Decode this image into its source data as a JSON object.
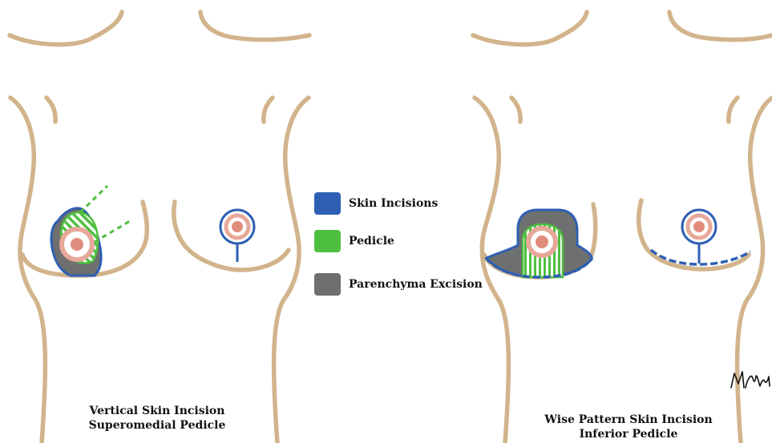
{
  "colors": {
    "skin_outline": "#d2b48c",
    "skin_incision": "#2e5fb3",
    "pedicle": "#4fbf3f",
    "parenchyma": "#6e706f",
    "areola_ring": "#e7a89a",
    "nipple": "#e08c7c"
  },
  "legend": [
    {
      "label": "Skin Incisions",
      "color": "#2e5fb3"
    },
    {
      "label": "Pedicle",
      "color": "#4fbf3f"
    },
    {
      "label": "Parenchyma Excision",
      "color": "#6e706f"
    }
  ],
  "captions": {
    "left": {
      "line1": "Vertical Skin Incision",
      "line2": "Superomedial Pedicle"
    },
    "right": {
      "line1": "Wise Pattern Skin Incision",
      "line2": "Inferior Pedicle"
    }
  },
  "signature": "M Nork"
}
